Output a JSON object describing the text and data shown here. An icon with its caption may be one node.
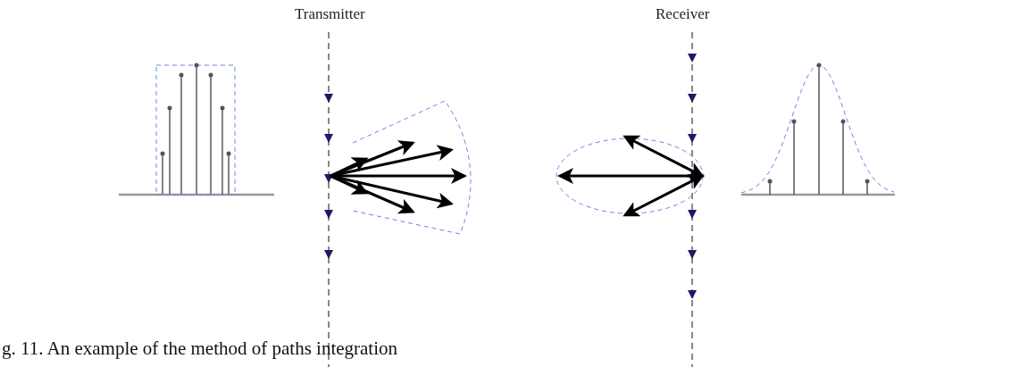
{
  "diagram": {
    "caption": "g. 11. An example of the method of paths integration",
    "labels": [
      "Transmitter",
      "Receiver"
    ]
  }
}
